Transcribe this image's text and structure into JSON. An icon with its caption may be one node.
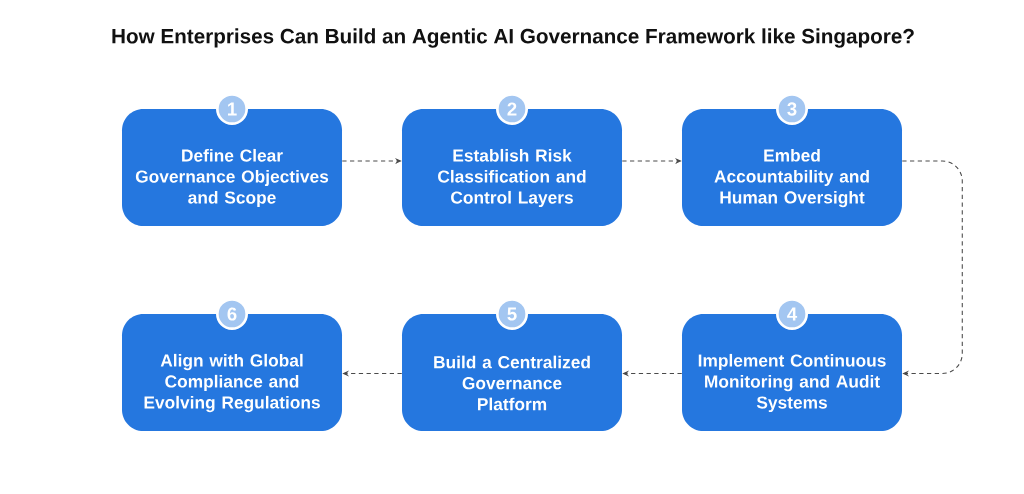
{
  "diagram": {
    "title": "How Enterprises Can Build an Agentic AI Governance Framework like Singapore?",
    "nodes": [
      {
        "text": [
          "1",
          "Define Clear Governance Objectives and Scope"
        ]
      },
      {
        "text": [
          "2",
          "Establish Risk Classification and Control Layers"
        ]
      },
      {
        "text": [
          "3",
          "Embed Accountability and Human Oversight"
        ]
      },
      {
        "text": [
          "4",
          "Implement Continuous Monitoring and Audit Systems"
        ]
      },
      {
        "text": [
          "5",
          "Build a Centralized Governance Platform"
        ]
      },
      {
        "text": [
          "6",
          "Align with Global Compliance and Evolving Regulations"
        ]
      }
    ],
    "edges": [
      {
        "from": 0,
        "to": 1,
        "arrow": "to",
        "style": "dashed"
      },
      {
        "from": 1,
        "to": 2,
        "arrow": "to",
        "style": "dashed"
      },
      {
        "from": 2,
        "to": 3,
        "arrow": "to",
        "style": "dashed"
      },
      {
        "from": 3,
        "to": 4,
        "arrow": "to",
        "style": "dashed"
      },
      {
        "from": 4,
        "to": 5,
        "arrow": "to",
        "style": "dashed"
      }
    ]
  }
}
